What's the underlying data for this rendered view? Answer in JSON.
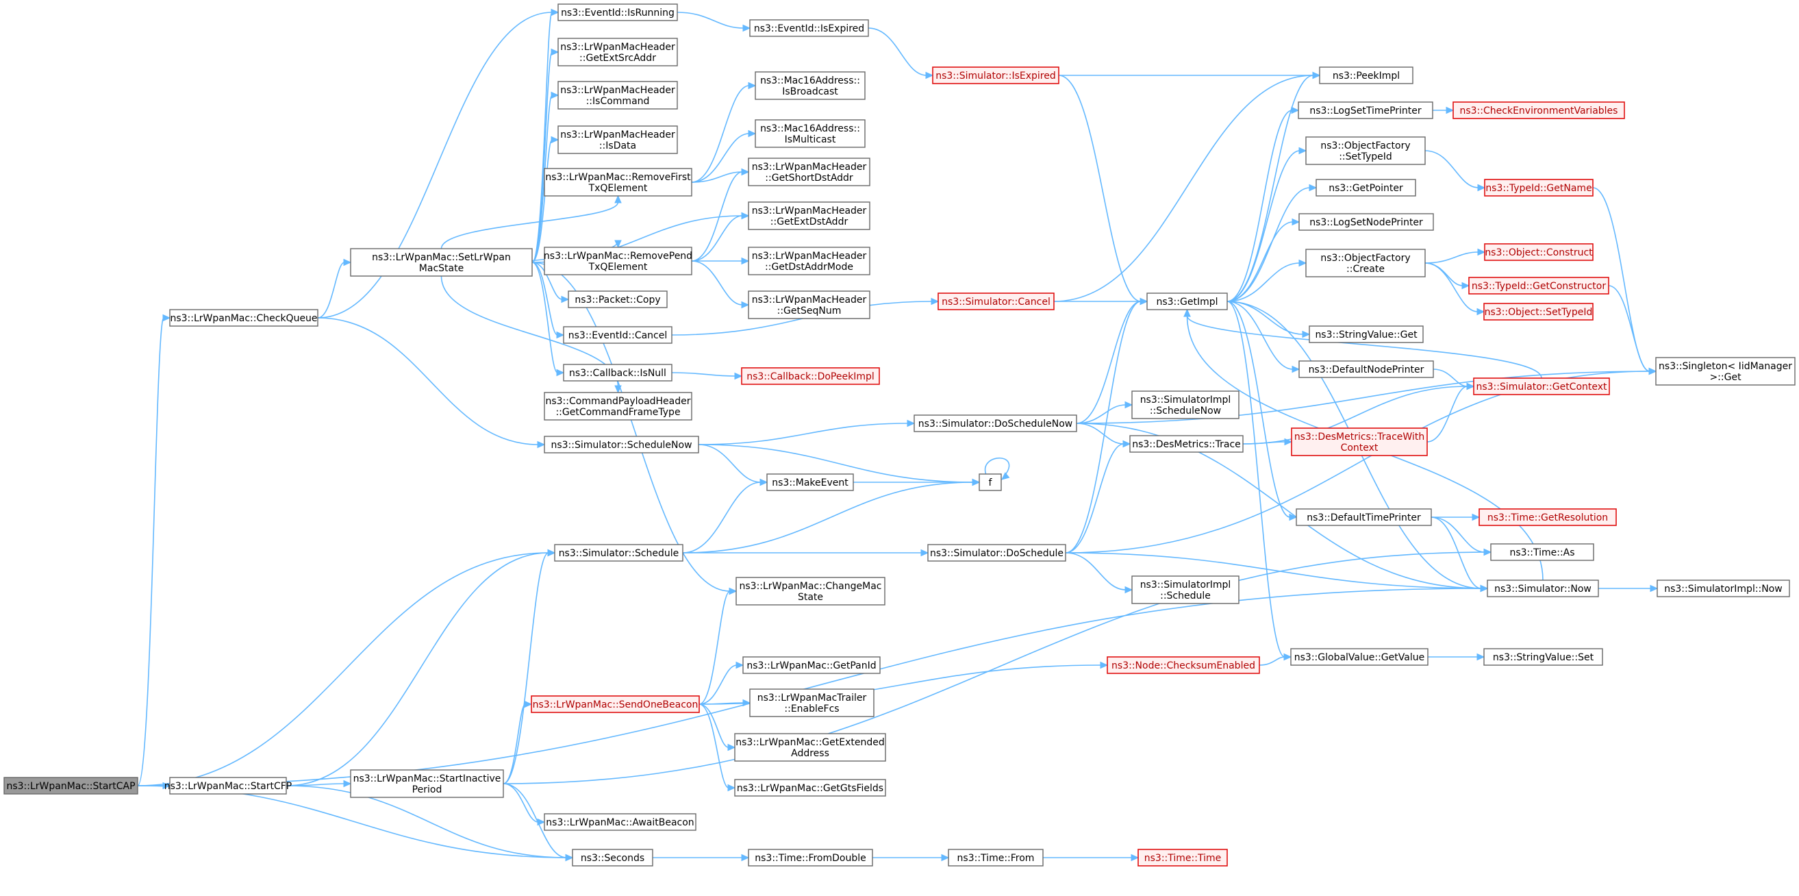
{
  "title": "",
  "colors": {
    "edge": "#63b8ff",
    "node_border": "#666666",
    "node_fill": "#ffffff",
    "root_fill": "#999999",
    "truncated_border": "#e01010",
    "truncated_fill": "#fff0f0",
    "truncated_text": "#b00000",
    "text": "#000000"
  },
  "nodes": [
    {
      "id": "startcap",
      "lines": [
        "ns3::LrWpanMac::StartCAP"
      ],
      "style": "root"
    },
    {
      "id": "startcfp",
      "lines": [
        "ns3::LrWpanMac::StartCFP"
      ],
      "style": "normal"
    },
    {
      "id": "checkqueue",
      "lines": [
        "ns3::LrWpanMac::CheckQueue"
      ],
      "style": "normal"
    },
    {
      "id": "startinactive",
      "lines": [
        "ns3::LrWpanMac::StartInactive",
        "Period"
      ],
      "style": "normal"
    },
    {
      "id": "setmacstate",
      "lines": [
        "ns3::LrWpanMac::SetLrWpan",
        "MacState"
      ],
      "style": "normal"
    },
    {
      "id": "schedulenow",
      "lines": [
        "ns3::Simulator::ScheduleNow"
      ],
      "style": "normal"
    },
    {
      "id": "schedule",
      "lines": [
        "ns3::Simulator::Schedule"
      ],
      "style": "normal"
    },
    {
      "id": "sendonebeacon",
      "lines": [
        "ns3::LrWpanMac::SendOneBeacon"
      ],
      "style": "truncated"
    },
    {
      "id": "awaitbeacon",
      "lines": [
        "ns3::LrWpanMac::AwaitBeacon"
      ],
      "style": "normal"
    },
    {
      "id": "seconds",
      "lines": [
        "ns3::Seconds"
      ],
      "style": "normal"
    },
    {
      "id": "isrunning",
      "lines": [
        "ns3::EventId::IsRunning"
      ],
      "style": "normal"
    },
    {
      "id": "getextsrc",
      "lines": [
        "ns3::LrWpanMacHeader",
        "::GetExtSrcAddr"
      ],
      "style": "normal"
    },
    {
      "id": "iscommand",
      "lines": [
        "ns3::LrWpanMacHeader",
        "::IsCommand"
      ],
      "style": "normal"
    },
    {
      "id": "isdata",
      "lines": [
        "ns3::LrWpanMacHeader",
        "::IsData"
      ],
      "style": "normal"
    },
    {
      "id": "removefirst",
      "lines": [
        "ns3::LrWpanMac::RemoveFirst",
        "TxQElement"
      ],
      "style": "normal"
    },
    {
      "id": "removepend",
      "lines": [
        "ns3::LrWpanMac::RemovePend",
        "TxQElement"
      ],
      "style": "normal"
    },
    {
      "id": "packetcopy",
      "lines": [
        "ns3::Packet::Copy"
      ],
      "style": "normal"
    },
    {
      "id": "eventcancel",
      "lines": [
        "ns3::EventId::Cancel"
      ],
      "style": "normal"
    },
    {
      "id": "cbisnull",
      "lines": [
        "ns3::Callback::IsNull"
      ],
      "style": "normal"
    },
    {
      "id": "cmdframetype",
      "lines": [
        "ns3::CommandPayloadHeader",
        "::GetCommandFrameType"
      ],
      "style": "normal"
    },
    {
      "id": "makeevent",
      "lines": [
        "ns3::MakeEvent"
      ],
      "style": "normal"
    },
    {
      "id": "changemacstate",
      "lines": [
        "ns3::LrWpanMac::ChangeMac",
        "State"
      ],
      "style": "normal"
    },
    {
      "id": "getpanid",
      "lines": [
        "ns3::LrWpanMac::GetPanId"
      ],
      "style": "normal"
    },
    {
      "id": "enablefcs",
      "lines": [
        "ns3::LrWpanMacTrailer",
        "::EnableFcs"
      ],
      "style": "normal"
    },
    {
      "id": "getextaddr",
      "lines": [
        "ns3::LrWpanMac::GetExtended",
        "Address"
      ],
      "style": "normal"
    },
    {
      "id": "getgts",
      "lines": [
        "ns3::LrWpanMac::GetGtsFields"
      ],
      "style": "normal"
    },
    {
      "id": "eventisexpired",
      "lines": [
        "ns3::EventId::IsExpired"
      ],
      "style": "normal"
    },
    {
      "id": "isbroadcast",
      "lines": [
        "ns3::Mac16Address::",
        "IsBroadcast"
      ],
      "style": "normal"
    },
    {
      "id": "ismulticast",
      "lines": [
        "ns3::Mac16Address::",
        "IsMulticast"
      ],
      "style": "normal"
    },
    {
      "id": "getshortdst",
      "lines": [
        "ns3::LrWpanMacHeader",
        "::GetShortDstAddr"
      ],
      "style": "normal"
    },
    {
      "id": "getextdst",
      "lines": [
        "ns3::LrWpanMacHeader",
        "::GetExtDstAddr"
      ],
      "style": "normal"
    },
    {
      "id": "getdstmode",
      "lines": [
        "ns3::LrWpanMacHeader",
        "::GetDstAddrMode"
      ],
      "style": "normal"
    },
    {
      "id": "getseqnum",
      "lines": [
        "ns3::LrWpanMacHeader",
        "::GetSeqNum"
      ],
      "style": "normal"
    },
    {
      "id": "dopeekimpl",
      "lines": [
        "ns3::Callback::DoPeekImpl"
      ],
      "style": "truncated"
    },
    {
      "id": "doschedulenow",
      "lines": [
        "ns3::Simulator::DoScheduleNow"
      ],
      "style": "normal"
    },
    {
      "id": "f",
      "lines": [
        "f"
      ],
      "style": "normal"
    },
    {
      "id": "doschedule",
      "lines": [
        "ns3::Simulator::DoSchedule"
      ],
      "style": "normal"
    },
    {
      "id": "checksum",
      "lines": [
        "ns3::Node::ChecksumEnabled"
      ],
      "style": "truncated"
    },
    {
      "id": "fromdouble",
      "lines": [
        "ns3::Time::FromDouble"
      ],
      "style": "normal"
    },
    {
      "id": "simisexpired",
      "lines": [
        "ns3::Simulator::IsExpired"
      ],
      "style": "truncated"
    },
    {
      "id": "simcancel",
      "lines": [
        "ns3::Simulator::Cancel"
      ],
      "style": "truncated"
    },
    {
      "id": "simimplschednow",
      "lines": [
        "ns3::SimulatorImpl",
        "::ScheduleNow"
      ],
      "style": "normal"
    },
    {
      "id": "desmetricstrace",
      "lines": [
        "ns3::DesMetrics::Trace"
      ],
      "style": "normal"
    },
    {
      "id": "simimplsched",
      "lines": [
        "ns3::SimulatorImpl",
        "::Schedule"
      ],
      "style": "normal"
    },
    {
      "id": "timefrom",
      "lines": [
        "ns3::Time::From"
      ],
      "style": "normal"
    },
    {
      "id": "getimpl",
      "lines": [
        "ns3::GetImpl"
      ],
      "style": "normal"
    },
    {
      "id": "globalgetvalue",
      "lines": [
        "ns3::GlobalValue::GetValue"
      ],
      "style": "normal"
    },
    {
      "id": "timetime",
      "lines": [
        "ns3::Time::Time"
      ],
      "style": "truncated"
    },
    {
      "id": "peekimpl",
      "lines": [
        "ns3::PeekImpl"
      ],
      "style": "normal"
    },
    {
      "id": "logsettimeprinter",
      "lines": [
        "ns3::LogSetTimePrinter"
      ],
      "style": "normal"
    },
    {
      "id": "ofsettypeid",
      "lines": [
        "ns3::ObjectFactory",
        "::SetTypeId"
      ],
      "style": "normal"
    },
    {
      "id": "getpointer",
      "lines": [
        "ns3::GetPointer"
      ],
      "style": "normal"
    },
    {
      "id": "logsetnodeprinter",
      "lines": [
        "ns3::LogSetNodePrinter"
      ],
      "style": "normal"
    },
    {
      "id": "ofcreate",
      "lines": [
        "ns3::ObjectFactory",
        "::Create"
      ],
      "style": "normal"
    },
    {
      "id": "stringvalueget",
      "lines": [
        "ns3::StringValue::Get"
      ],
      "style": "normal"
    },
    {
      "id": "defaultnodeprinter",
      "lines": [
        "ns3::DefaultNodePrinter"
      ],
      "style": "normal"
    },
    {
      "id": "tracewithcontext",
      "lines": [
        "ns3::DesMetrics::TraceWith",
        "Context"
      ],
      "style": "truncated"
    },
    {
      "id": "defaulttimeprinter",
      "lines": [
        "ns3::DefaultTimePrinter"
      ],
      "style": "normal"
    },
    {
      "id": "simnow",
      "lines": [
        "ns3::Simulator::Now"
      ],
      "style": "normal"
    },
    {
      "id": "stringvalueset",
      "lines": [
        "ns3::StringValue::Set"
      ],
      "style": "normal"
    },
    {
      "id": "checkenv",
      "lines": [
        "ns3::CheckEnvironmentVariables"
      ],
      "style": "truncated"
    },
    {
      "id": "typeidgetname",
      "lines": [
        "ns3::TypeId::GetName"
      ],
      "style": "truncated"
    },
    {
      "id": "objconstruct",
      "lines": [
        "ns3::Object::Construct"
      ],
      "style": "truncated"
    },
    {
      "id": "typeidgetctor",
      "lines": [
        "ns3::TypeId::GetConstructor"
      ],
      "style": "truncated"
    },
    {
      "id": "objsettypeid",
      "lines": [
        "ns3::Object::SetTypeId"
      ],
      "style": "truncated"
    },
    {
      "id": "getcontext",
      "lines": [
        "ns3::Simulator::GetContext"
      ],
      "style": "truncated"
    },
    {
      "id": "getresolution",
      "lines": [
        "ns3::Time::GetResolution"
      ],
      "style": "truncated"
    },
    {
      "id": "timeas",
      "lines": [
        "ns3::Time::As"
      ],
      "style": "normal"
    },
    {
      "id": "simimplnow",
      "lines": [
        "ns3::SimulatorImpl::Now"
      ],
      "style": "normal"
    },
    {
      "id": "singletonget",
      "lines": [
        "ns3::Singleton< IidManager",
        ">::Get"
      ],
      "style": "normal"
    }
  ],
  "edges": [
    [
      "startcap",
      "startcfp"
    ],
    [
      "startcap",
      "checkqueue"
    ],
    [
      "startcap",
      "schedule"
    ],
    [
      "startcap",
      "seconds"
    ],
    [
      "startcap",
      "simnow"
    ],
    [
      "startcfp",
      "startinactive"
    ],
    [
      "startcfp",
      "schedule"
    ],
    [
      "startcfp",
      "seconds"
    ],
    [
      "checkqueue",
      "isrunning"
    ],
    [
      "checkqueue",
      "setmacstate"
    ],
    [
      "checkqueue",
      "schedulenow"
    ],
    [
      "startinactive",
      "schedule"
    ],
    [
      "startinactive",
      "sendonebeacon"
    ],
    [
      "startinactive",
      "awaitbeacon"
    ],
    [
      "startinactive",
      "seconds"
    ],
    [
      "startinactive",
      "timeas"
    ],
    [
      "setmacstate",
      "isrunning"
    ],
    [
      "setmacstate",
      "getextsrc"
    ],
    [
      "setmacstate",
      "iscommand"
    ],
    [
      "setmacstate",
      "isdata"
    ],
    [
      "setmacstate",
      "removefirst"
    ],
    [
      "setmacstate",
      "removepend"
    ],
    [
      "setmacstate",
      "packetcopy"
    ],
    [
      "setmacstate",
      "eventcancel"
    ],
    [
      "setmacstate",
      "cbisnull"
    ],
    [
      "setmacstate",
      "cmdframetype"
    ],
    [
      "setmacstate",
      "getextdst"
    ],
    [
      "setmacstate",
      "changemacstate"
    ],
    [
      "removefirst",
      "isbroadcast"
    ],
    [
      "removefirst",
      "ismulticast"
    ],
    [
      "removefirst",
      "getshortdst"
    ],
    [
      "removepend",
      "getshortdst"
    ],
    [
      "removepend",
      "getextdst"
    ],
    [
      "removepend",
      "getdstmode"
    ],
    [
      "removepend",
      "getseqnum"
    ],
    [
      "isrunning",
      "eventisexpired"
    ],
    [
      "eventisexpired",
      "simisexpired"
    ],
    [
      "eventcancel",
      "simcancel"
    ],
    [
      "cbisnull",
      "dopeekimpl"
    ],
    [
      "schedulenow",
      "doschedulenow"
    ],
    [
      "schedulenow",
      "makeevent"
    ],
    [
      "schedulenow",
      "f"
    ],
    [
      "schedule",
      "makeevent"
    ],
    [
      "schedule",
      "f"
    ],
    [
      "schedule",
      "doschedule"
    ],
    [
      "makeevent",
      "f"
    ],
    [
      "f",
      "f"
    ],
    [
      "sendonebeacon",
      "changemacstate"
    ],
    [
      "sendonebeacon",
      "getpanid"
    ],
    [
      "sendonebeacon",
      "enablefcs"
    ],
    [
      "sendonebeacon",
      "getextaddr"
    ],
    [
      "sendonebeacon",
      "getgts"
    ],
    [
      "sendonebeacon",
      "checksum"
    ],
    [
      "seconds",
      "fromdouble"
    ],
    [
      "fromdouble",
      "timefrom"
    ],
    [
      "timefrom",
      "timetime"
    ],
    [
      "simisexpired",
      "peekimpl"
    ],
    [
      "simisexpired",
      "getimpl"
    ],
    [
      "simcancel",
      "peekimpl"
    ],
    [
      "simcancel",
      "getimpl"
    ],
    [
      "doschedulenow",
      "getimpl"
    ],
    [
      "doschedulenow",
      "simimplschednow"
    ],
    [
      "doschedulenow",
      "desmetricstrace"
    ],
    [
      "doschedulenow",
      "singletonget"
    ],
    [
      "doschedulenow",
      "simnow"
    ],
    [
      "doschedule",
      "getimpl"
    ],
    [
      "doschedule",
      "desmetricstrace"
    ],
    [
      "doschedule",
      "simimplsched"
    ],
    [
      "doschedule",
      "simnow"
    ],
    [
      "doschedule",
      "singletonget"
    ],
    [
      "desmetricstrace",
      "getcontext"
    ],
    [
      "desmetricstrace",
      "tracewithcontext"
    ],
    [
      "tracewithcontext",
      "getcontext"
    ],
    [
      "checksum",
      "globalgetvalue"
    ],
    [
      "getimpl",
      "peekimpl"
    ],
    [
      "getimpl",
      "logsettimeprinter"
    ],
    [
      "getimpl",
      "ofsettypeid"
    ],
    [
      "getimpl",
      "getpointer"
    ],
    [
      "getimpl",
      "logsetnodeprinter"
    ],
    [
      "getimpl",
      "ofcreate"
    ],
    [
      "getimpl",
      "stringvalueget"
    ],
    [
      "getimpl",
      "defaultnodeprinter"
    ],
    [
      "getimpl",
      "defaulttimeprinter"
    ],
    [
      "getimpl",
      "globalgetvalue"
    ],
    [
      "getimpl",
      "simnow"
    ],
    [
      "logsettimeprinter",
      "checkenv"
    ],
    [
      "ofsettypeid",
      "typeidgetname"
    ],
    [
      "ofcreate",
      "objconstruct"
    ],
    [
      "ofcreate",
      "typeidgetctor"
    ],
    [
      "ofcreate",
      "objsettypeid"
    ],
    [
      "defaultnodeprinter",
      "getcontext"
    ],
    [
      "getcontext",
      "getimpl"
    ],
    [
      "defaulttimeprinter",
      "getresolution"
    ],
    [
      "defaulttimeprinter",
      "timeas"
    ],
    [
      "defaulttimeprinter",
      "simnow"
    ],
    [
      "globalgetvalue",
      "stringvalueset"
    ],
    [
      "simnow",
      "simimplnow"
    ],
    [
      "simnow",
      "getimpl"
    ],
    [
      "typeidgetname",
      "singletonget"
    ],
    [
      "typeidgetctor",
      "singletonget"
    ]
  ]
}
